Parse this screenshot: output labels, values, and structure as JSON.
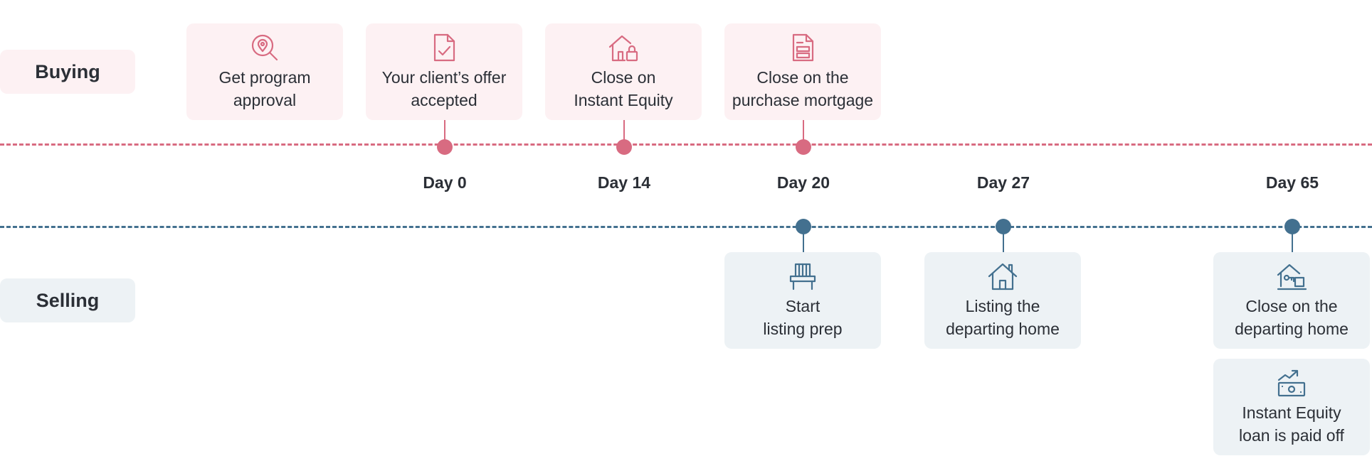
{
  "rows": {
    "buying": "Buying",
    "selling": "Selling"
  },
  "colors": {
    "buying_accent": "#d86b81",
    "buying_bg": "#fdf1f3",
    "selling_accent": "#43708f",
    "selling_bg": "#edf2f5",
    "text": "#2b2f36"
  },
  "days": {
    "d0": "Day 0",
    "d14": "Day 14",
    "d20": "Day 20",
    "d27": "Day 27",
    "d65": "Day 65"
  },
  "buying_steps": {
    "program": {
      "text": "Get program\napproval",
      "icon": "location-search-icon"
    },
    "offer": {
      "text": "Your client’s offer\naccepted",
      "icon": "document-check-icon"
    },
    "equity": {
      "text": "Close on\nInstant Equity",
      "icon": "house-lock-icon"
    },
    "mortgage": {
      "text": "Close on the\npurchase mortgage",
      "icon": "document-form-icon"
    }
  },
  "selling_steps": {
    "prep": {
      "text": "Start\nlisting prep",
      "icon": "staging-table-icon"
    },
    "listing": {
      "text": "Listing the\ndeparting home",
      "icon": "house-icon"
    },
    "close": {
      "text": "Close on the\ndeparting home",
      "icon": "house-key-icon"
    },
    "paid": {
      "text": "Instant Equity\nloan is paid off",
      "icon": "money-growth-icon"
    }
  }
}
